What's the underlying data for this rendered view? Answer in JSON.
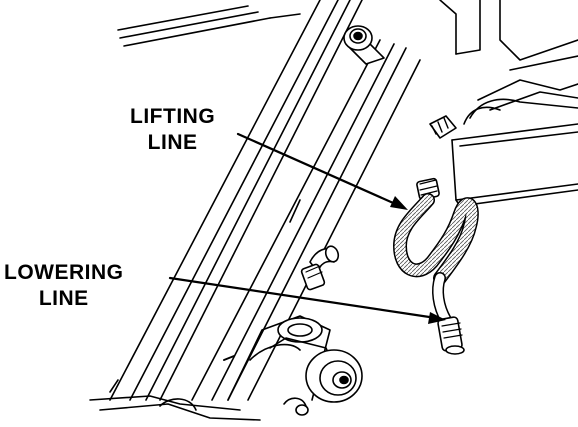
{
  "callouts": {
    "lifting_line": {
      "line1": "LIFTING",
      "line2": "LINE"
    },
    "lowering_line": {
      "line1": "LOWERING",
      "line2": "LINE"
    }
  }
}
